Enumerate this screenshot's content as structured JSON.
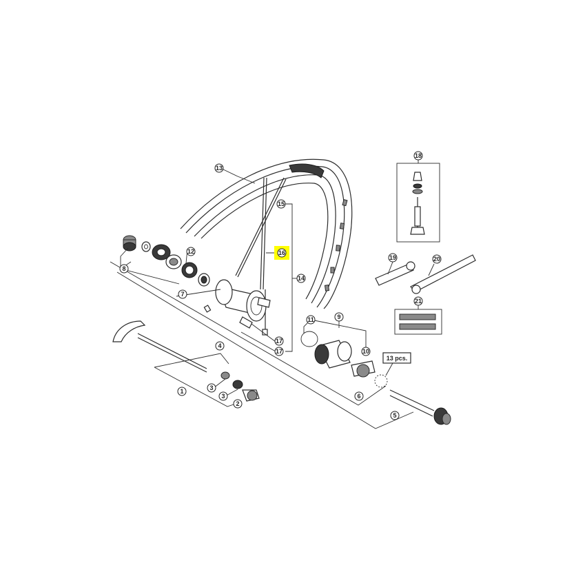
{
  "callouts": {
    "c1": "1",
    "c2": "2",
    "c3a": "3",
    "c3b": "3",
    "c4": "4",
    "c5": "5",
    "c6": "6",
    "c7": "7",
    "c8": "8",
    "c9": "9",
    "c10": "10",
    "c11": "11",
    "c12": "12",
    "c13": "13",
    "c14": "14",
    "c15": "15",
    "c16": "16",
    "c17a": "17",
    "c17b": "17",
    "c18": "18",
    "c19": "19",
    "c20": "20",
    "c21": "21"
  },
  "qty_box": "13 pcs.",
  "colors": {
    "highlight": "#ffff00",
    "ink": "#2a2a2a"
  }
}
